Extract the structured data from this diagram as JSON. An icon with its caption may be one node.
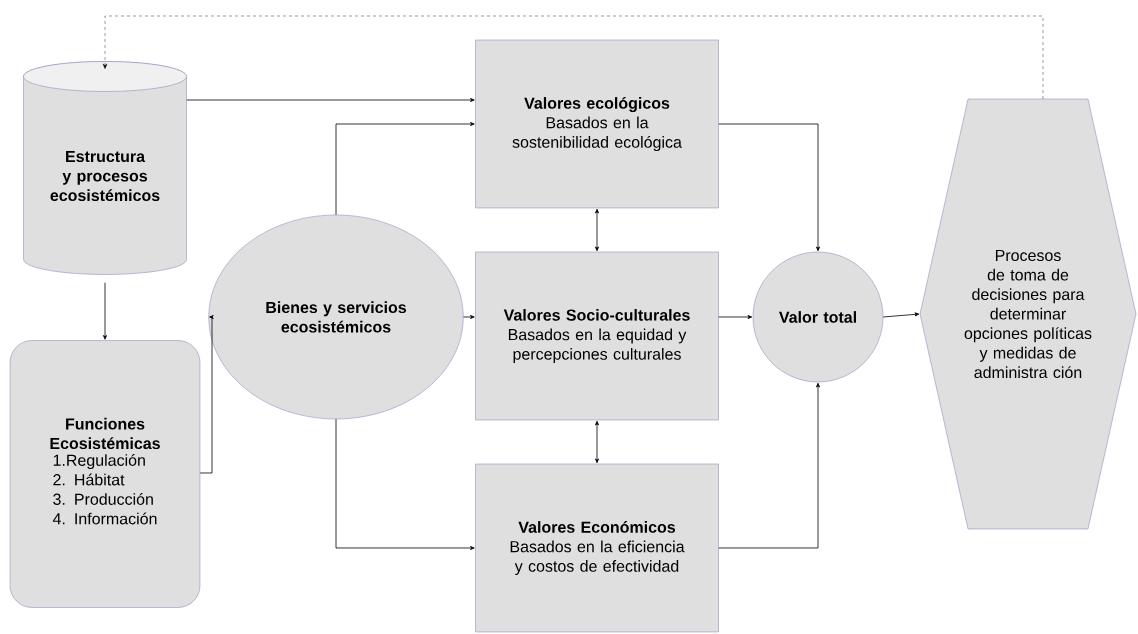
{
  "diagram": {
    "nodes": [
      {
        "text": [
          "Estructura y procesos ecosistémicos"
        ]
      },
      {
        "text": [
          "Funciones Ecosistémicas",
          "1.Regulación",
          "2. Hábitat",
          "3. Producción",
          "4. Información"
        ]
      },
      {
        "text": [
          "Bienes y servicios ecosistémicos"
        ]
      },
      {
        "text": [
          "Valores ecológicos",
          "Basados en la sostenibilidad ecológica"
        ]
      },
      {
        "text": [
          "Valores Socio-culturales",
          "Basados en la equidad y percepciones culturales"
        ]
      },
      {
        "text": [
          "Valores Económicos",
          "Basados en la eficiencia y costos de efectividad"
        ]
      },
      {
        "text": [
          "Valor total"
        ]
      },
      {
        "text": [
          "Procesos de toma de decisiones para determinar opciones políticas y medidas de administra ción"
        ]
      }
    ],
    "edges": [
      {
        "from": 0,
        "to": 1,
        "arrow": "to"
      },
      {
        "from": 0,
        "to": 3,
        "arrow": "to"
      },
      {
        "from": 1,
        "to": 2,
        "arrow": "to"
      },
      {
        "from": 2,
        "to": 3,
        "arrow": "to"
      },
      {
        "from": 2,
        "to": 4,
        "arrow": "to"
      },
      {
        "from": 2,
        "to": 5,
        "arrow": "to"
      },
      {
        "from": 3,
        "to": 4,
        "arrow": "both"
      },
      {
        "from": 4,
        "to": 5,
        "arrow": "both"
      },
      {
        "from": 3,
        "to": 6,
        "arrow": "to"
      },
      {
        "from": 4,
        "to": 6,
        "arrow": "to"
      },
      {
        "from": 5,
        "to": 6,
        "arrow": "to"
      },
      {
        "from": 6,
        "to": 7,
        "arrow": "to"
      },
      {
        "from": 7,
        "to": 0,
        "arrow": "to",
        "style": "dashed"
      }
    ]
  }
}
